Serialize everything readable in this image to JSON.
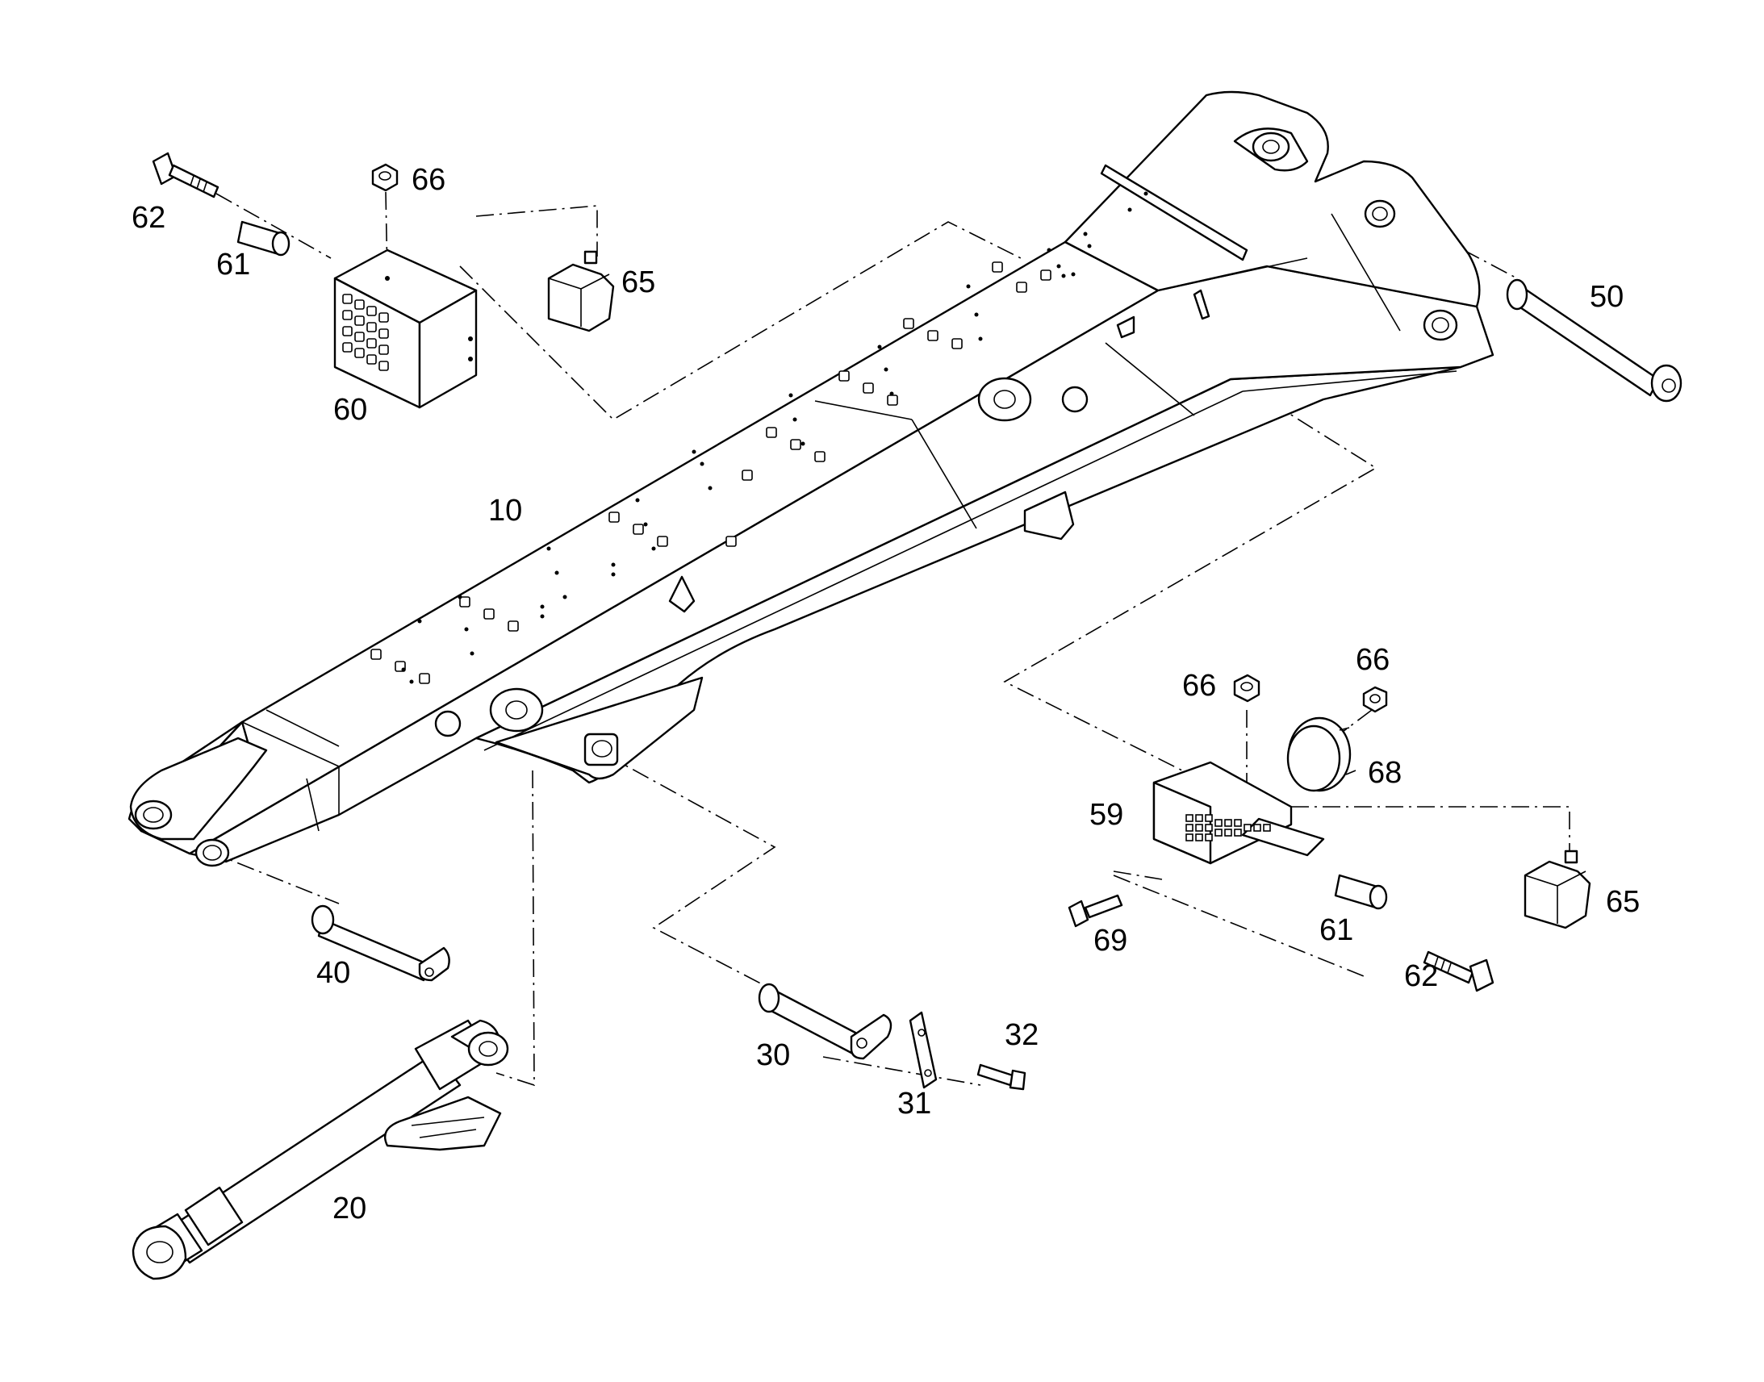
{
  "labels": {
    "p10": "10",
    "p20": "20",
    "p30": "30",
    "p31": "31",
    "p32": "32",
    "p40": "40",
    "p50": "50",
    "p59": "59",
    "p60": "60",
    "p61a": "61",
    "p61b": "61",
    "p62a": "62",
    "p62b": "62",
    "p65a": "65",
    "p65b": "65",
    "p66a": "66",
    "p66b": "66",
    "p66c": "66",
    "p68": "68",
    "p69": "69"
  }
}
